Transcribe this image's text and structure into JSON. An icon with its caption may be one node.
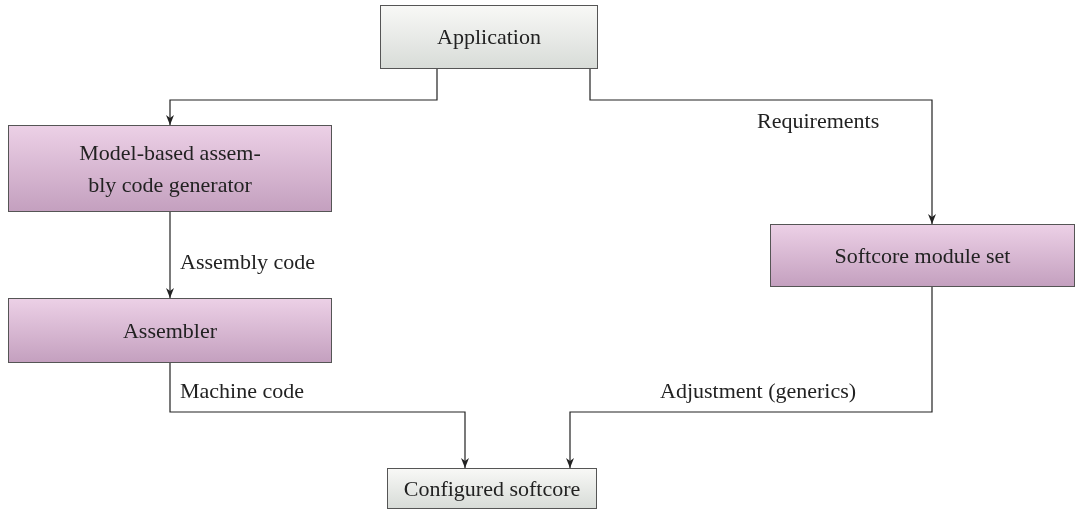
{
  "diagram": {
    "nodes": [
      {
        "text": [
          "Application"
        ]
      },
      {
        "text": [
          "Model-based assem- bly code generator"
        ]
      },
      {
        "text": [
          "Assembler"
        ]
      },
      {
        "text": [
          "Softcore module set"
        ]
      },
      {
        "text": [
          "Configured softcore"
        ]
      }
    ],
    "edges": [
      {
        "from": 0,
        "to": 1,
        "arrow": "to"
      },
      {
        "from": 0,
        "to": 3,
        "arrow": "to",
        "label": "Requirements"
      },
      {
        "from": 1,
        "to": 2,
        "arrow": "to",
        "label": "Assembly code"
      },
      {
        "from": 2,
        "to": 4,
        "arrow": "to",
        "label": "Machine code"
      },
      {
        "from": 3,
        "to": 4,
        "arrow": "to",
        "label": "Adjustment (generics)"
      }
    ]
  }
}
